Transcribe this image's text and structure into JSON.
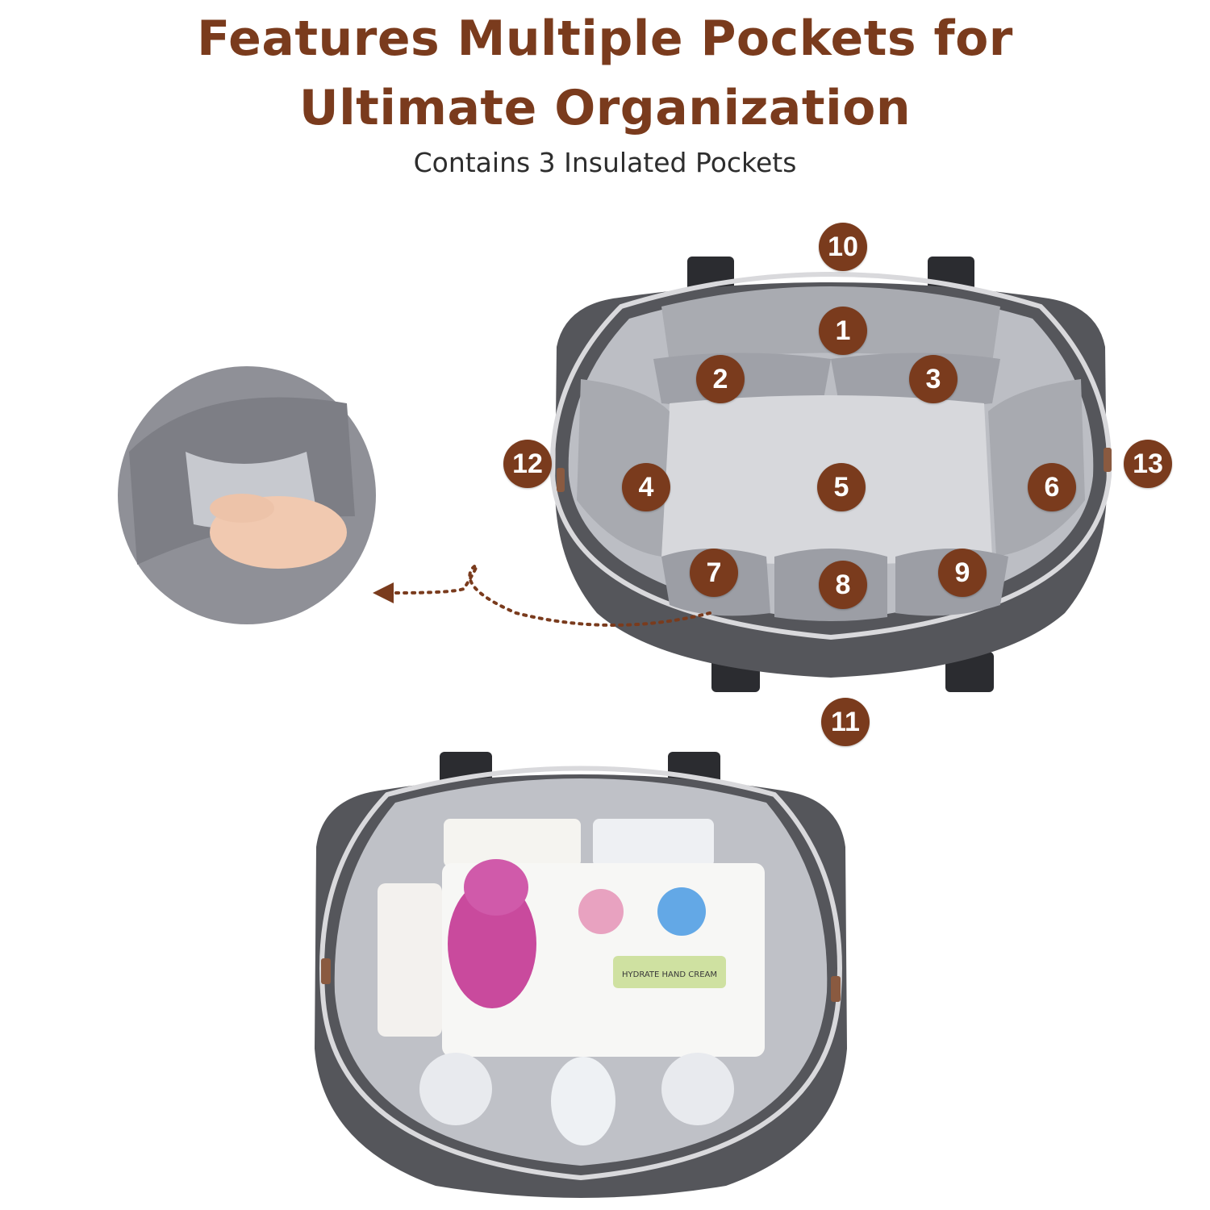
{
  "header": {
    "title_line1": "Features Multiple Pockets for",
    "title_line2": "Ultimate Organization",
    "subtitle": "Contains 3 Insulated Pockets"
  },
  "markers": [
    "1",
    "2",
    "3",
    "4",
    "5",
    "6",
    "7",
    "8",
    "9",
    "10",
    "11",
    "12",
    "13"
  ],
  "colors": {
    "accent": "#7a3b1d",
    "bag_shell": "#5a5b5f",
    "bag_lining": "#c9cbd1",
    "pocket": "#b7b9bf"
  },
  "product_label": {
    "tube_text": "HYDRATE HAND CREAM"
  }
}
